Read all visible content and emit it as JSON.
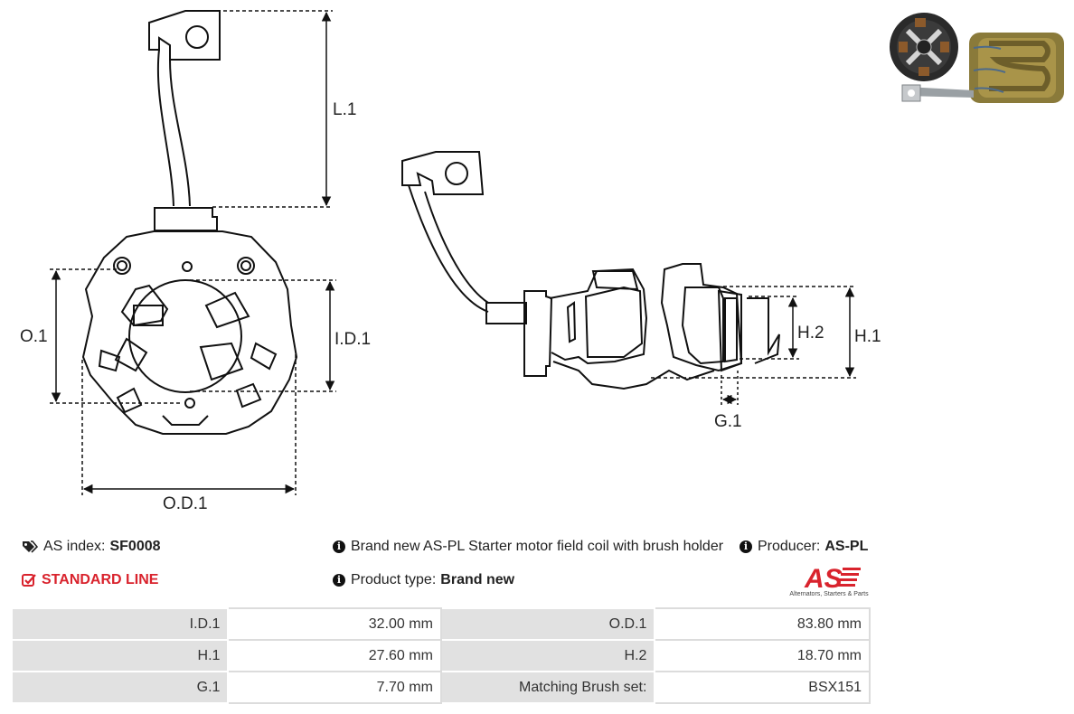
{
  "dimension_labels": {
    "l1": "L.1",
    "o1": "O.1",
    "id1": "I.D.1",
    "od1": "O.D.1",
    "h1": "H.1",
    "h2": "H.2",
    "g1": "G.1"
  },
  "info": {
    "as_index_label": "AS index:",
    "as_index_value": "SF0008",
    "standard_line": "STANDARD LINE",
    "description": "Brand new AS-PL Starter motor field coil with brush holder",
    "producer_label": "Producer:",
    "producer_value": "AS-PL",
    "product_type_label": "Product type:",
    "product_type_value": "Brand new"
  },
  "logo": {
    "text": "AS",
    "tagline": "Alternators, Starters & Parts",
    "color": "#d9232d"
  },
  "specs": [
    [
      {
        "k": "I.D.1",
        "v": "32.00 mm"
      },
      {
        "k": "O.D.1",
        "v": "83.80 mm"
      }
    ],
    [
      {
        "k": "H.1",
        "v": "27.60 mm"
      },
      {
        "k": "H.2",
        "v": "18.70 mm"
      }
    ],
    [
      {
        "k": "G.1",
        "v": "7.70 mm"
      },
      {
        "k": "Matching Brush set:",
        "v": "BSX151"
      }
    ]
  ]
}
